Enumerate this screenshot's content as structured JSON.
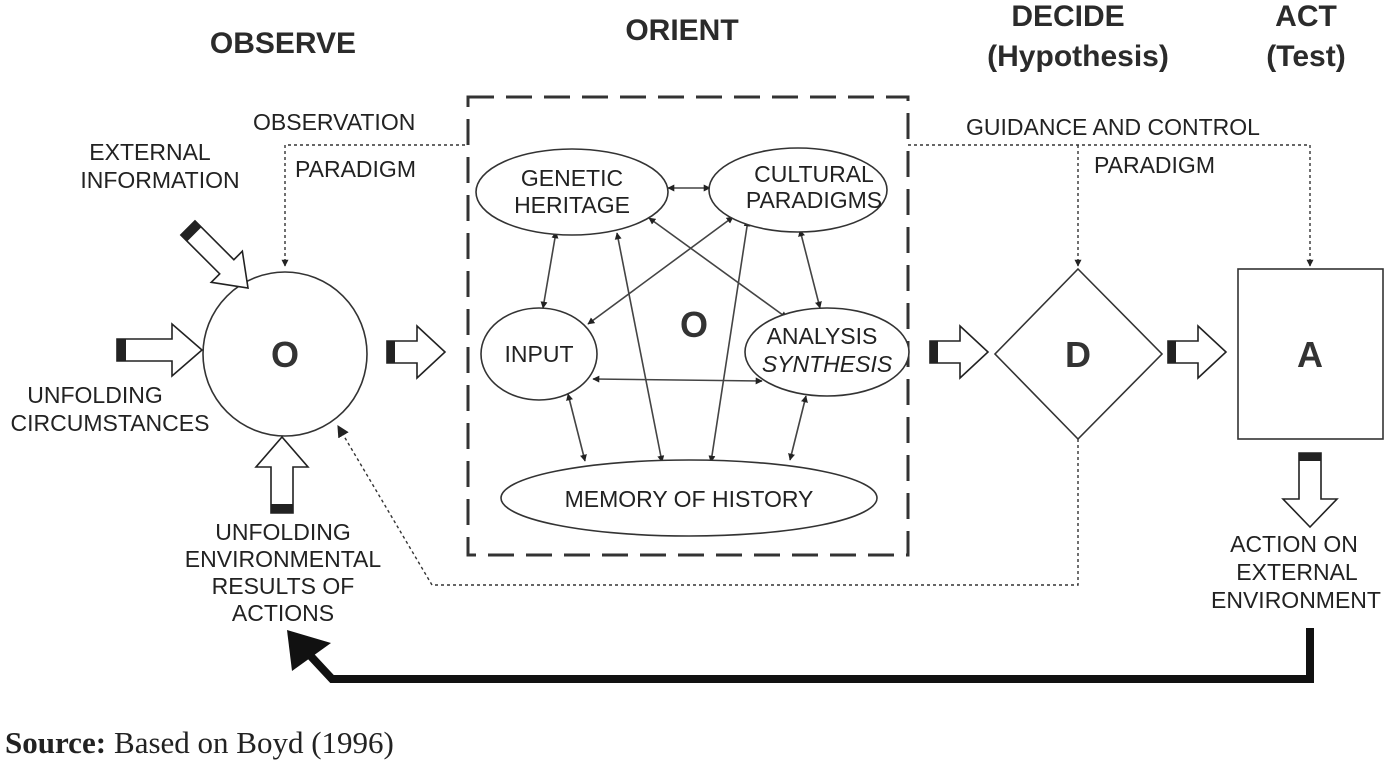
{
  "headers": {
    "observe": "OBSERVE",
    "orient": "ORIENT",
    "decide_line1": "DECIDE",
    "decide_line2": "(Hypothesis)",
    "act_line1": "ACT",
    "act_line2": "(Test)"
  },
  "observe": {
    "node": "O",
    "observation_label": "OBSERVATION",
    "paradigm_label": "PARADIGM",
    "external_info_line1": "EXTERNAL",
    "external_info_line2": "INFORMATION",
    "unfolding_line1": "UNFOLDING",
    "unfolding_line2": "CIRCUMSTANCES",
    "env_results_line1": "UNFOLDING",
    "env_results_line2": "ENVIRONMENTAL",
    "env_results_line3": "RESULTS OF",
    "env_results_line4": "ACTIONS"
  },
  "orient": {
    "node": "O",
    "genetic_line1": "GENETIC",
    "genetic_line2": "HERITAGE",
    "cultural_line1": "CULTURAL",
    "cultural_line2": "PARADIGMS",
    "input": "INPUT",
    "analysis_line1": "ANALYSIS",
    "analysis_line2": "SYNTHESIS",
    "memory": "MEMORY OF HISTORY"
  },
  "decide": {
    "node": "D",
    "guidance_label": "GUIDANCE AND CONTROL",
    "paradigm_label": "PARADIGM"
  },
  "act": {
    "node": "A",
    "action_line1": "ACTION ON",
    "action_line2": "EXTERNAL",
    "action_line3": "ENVIRONMENT"
  },
  "source": {
    "label": "Source:",
    "text": "Based on Boyd (1996)"
  }
}
